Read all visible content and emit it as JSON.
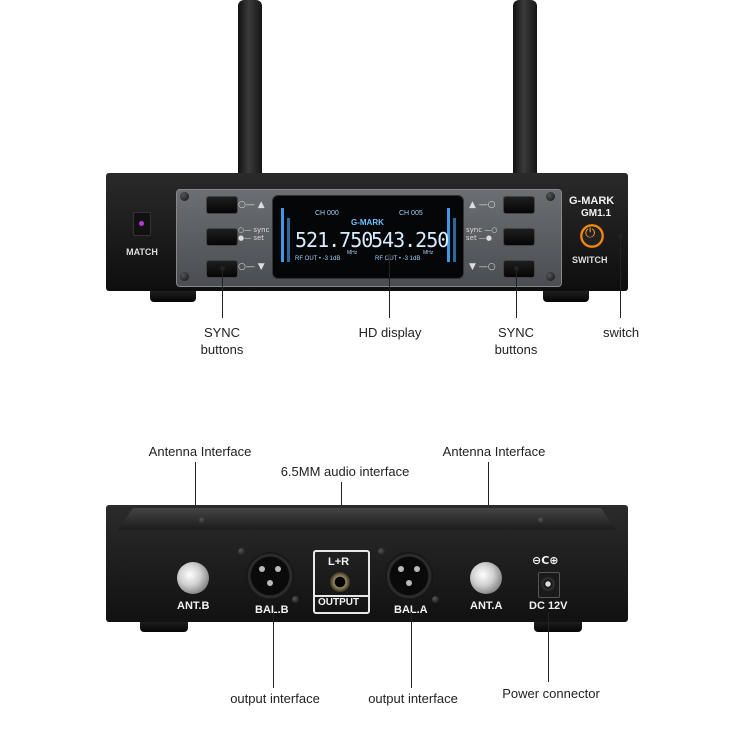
{
  "front_panel": {
    "brand": "G-MARK",
    "model": "GM1.1",
    "match_label": "MATCH",
    "switch_label": "SWITCH",
    "sync_text": "sync",
    "set_text": "set",
    "lcd": {
      "brand": "G-MARK",
      "ch_left": "CH 000",
      "ch_right": "CH 005",
      "freq_left": "521.750",
      "freq_right": "543.250",
      "unit": "MHz",
      "rf_out_left": "RF OUT • -3 1dB",
      "rf_out_right": "RF OUT • -3 1dB"
    }
  },
  "rear_panel": {
    "ant_b": "ANT.B",
    "ant_a": "ANT.A",
    "bal_b": "BAL.B",
    "bal_a": "BAL.A",
    "lr": "L+R",
    "output": "OUTPUT",
    "dc": "DC 12V",
    "polarity": "⊖C⊕"
  },
  "callouts": {
    "sync_left": "SYNC buttons",
    "hd_display": "HD display",
    "sync_right": "SYNC buttons",
    "switch": "switch",
    "antenna_left": "Antenna Interface",
    "audio": "6.5MM audio interface",
    "antenna_right": "Antenna Interface",
    "output_left": "output interface",
    "output_right": "output interface",
    "power": "Power connector"
  }
}
